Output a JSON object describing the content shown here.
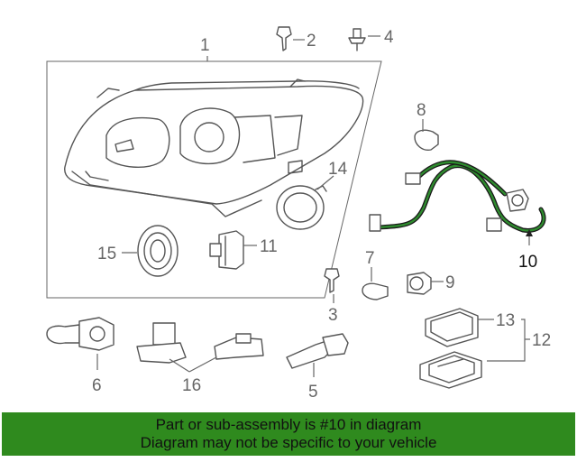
{
  "callouts": {
    "c1": "1",
    "c2": "2",
    "c3": "3",
    "c4": "4",
    "c5": "5",
    "c6": "6",
    "c7": "7",
    "c8": "8",
    "c9": "9",
    "c10": "10",
    "c11": "11",
    "c12": "12",
    "c13": "13",
    "c14": "14",
    "c15": "15",
    "c16": "16"
  },
  "highlighted_part": "10",
  "banner": {
    "line1": "Part or sub-assembly is #10 in diagram",
    "line2": "Diagram may not be specific to your vehicle"
  },
  "colors": {
    "banner_bg": "#2f8a1e",
    "harness_highlight": "#2e8b2e",
    "line_art": "#555555"
  }
}
